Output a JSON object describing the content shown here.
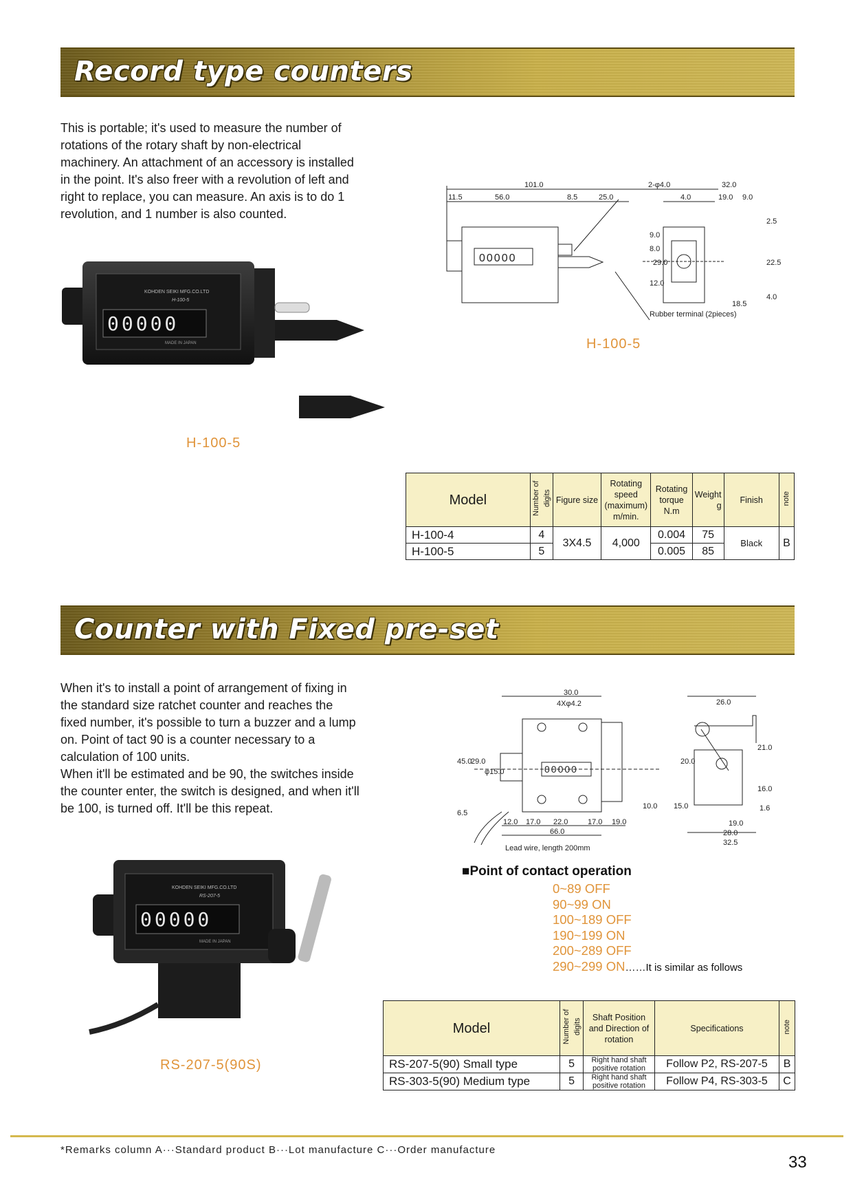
{
  "section1": {
    "title": "Record type counters",
    "description": [
      "This is portable; it's used to measure the number of",
      "rotations of the rotary shaft by non-electrical",
      "machinery. An attachment of an accessory is installed",
      "in the point. It's also freer with a revolution of left and",
      "right to replace, you can measure. An axis is to do 1",
      "revolution, and 1 number is also counted."
    ],
    "photo_caption": "H-100-5",
    "photo_label": {
      "maker": "KOHDEN SEIKI MFG.CO.LTD",
      "model": "H-100-5",
      "made": "MADE IN JAPAN",
      "digits": "00000"
    },
    "drawing_caption": "H-100-5",
    "drawing": {
      "dims": [
        "101.0",
        "11.5",
        "56.0",
        "8.5",
        "25.0",
        "2-φ4.0",
        "4.0",
        "32.0",
        "19.0",
        "9.0",
        "2.5",
        "29.0",
        "12.0",
        "8.0",
        "9.0",
        "22.5",
        "18.5",
        "4.0"
      ],
      "counter_digits": "00000",
      "note": "Rubber terminal (2pieces)"
    },
    "table": {
      "headers": {
        "model": "Model",
        "digits": "Number of digits",
        "figure": "Figure size",
        "speed": "Rotating speed (maximum)",
        "speed_unit": "m/min.",
        "torque": "Rotating torque",
        "torque_unit": "N.m",
        "weight": "Weight",
        "weight_unit": "g",
        "finish": "Finish",
        "note": "note"
      },
      "rows": [
        {
          "model": "H-100-4",
          "digits": "4",
          "torque": "0.004",
          "weight": "75"
        },
        {
          "model": "H-100-5",
          "digits": "5",
          "torque": "0.005",
          "weight": "85"
        }
      ],
      "shared": {
        "figure": "3X4.5",
        "speed": "4,000",
        "finish": "Black",
        "note": "B"
      }
    }
  },
  "section2": {
    "title": "Counter with Fixed pre-set",
    "description": [
      "When it's to install a point of arrangement of fixing in",
      "the standard size ratchet counter and reaches the",
      "fixed number, it's possible to turn a buzzer and a lump",
      "on. Point of tact 90 is a counter necessary to a",
      "calculation of 100 units.",
      "When it'll be estimated and be 90, the switches inside",
      "the counter enter, the switch is designed, and when it'll",
      "be 100, is turned off. It'll be this repeat."
    ],
    "photo_caption": "RS-207-5(90S)",
    "photo_label": {
      "maker": "KOHDEN SEIKI MFG.CO.LTD",
      "model": "RS-207-5",
      "made": "MADE IN JAPAN",
      "digits": "00000"
    },
    "drawing": {
      "dims": [
        "30.0",
        "4Xφ4.2",
        "45.0",
        "29.0",
        "φ15.0",
        "6.5",
        "12.0",
        "17.0",
        "22.0",
        "17.0",
        "19.0",
        "66.0",
        "10.0",
        "26.0",
        "21.0",
        "20.0",
        "16.0",
        "15.0",
        "1.6",
        "19.0",
        "28.0",
        "32.5"
      ],
      "counter_digits": "00000",
      "note": "Lead wire, length 200mm"
    },
    "contact": {
      "heading": "■Point of contact operation",
      "items": [
        {
          "range": "0~89",
          "state": "OFF",
          "suffix": ""
        },
        {
          "range": "90~99",
          "state": "ON",
          "suffix": ""
        },
        {
          "range": "100~189",
          "state": "OFF",
          "suffix": ""
        },
        {
          "range": "190~199",
          "state": "ON",
          "suffix": ""
        },
        {
          "range": "200~289",
          "state": "OFF",
          "suffix": ""
        },
        {
          "range": "290~299",
          "state": "ON",
          "suffix": "……It is similar as follows"
        }
      ]
    },
    "table": {
      "headers": {
        "model": "Model",
        "digits": "Number of digits",
        "shaft": "Shaft Position and Direction of rotation",
        "spec": "Specifications",
        "note": "note"
      },
      "rows": [
        {
          "model": "RS-207-5(90) Small type",
          "digits": "5",
          "shaft": "Right hand shaft positive rotation",
          "spec": "Follow P2, RS-207-5",
          "note": "B"
        },
        {
          "model": "RS-303-5(90) Medium type",
          "digits": "5",
          "shaft": "Right hand shaft positive rotation",
          "spec": "Follow P4, RS-303-5",
          "note": "C"
        }
      ]
    }
  },
  "footer": {
    "remarks": "*Remarks column  A···Standard product  B···Lot manufacture  C···Order manufacture",
    "page_number": "33"
  },
  "colors": {
    "banner_gold": "#b29a3e",
    "caption_orange": "#e0943a",
    "table_header": "#f7f0c6"
  }
}
